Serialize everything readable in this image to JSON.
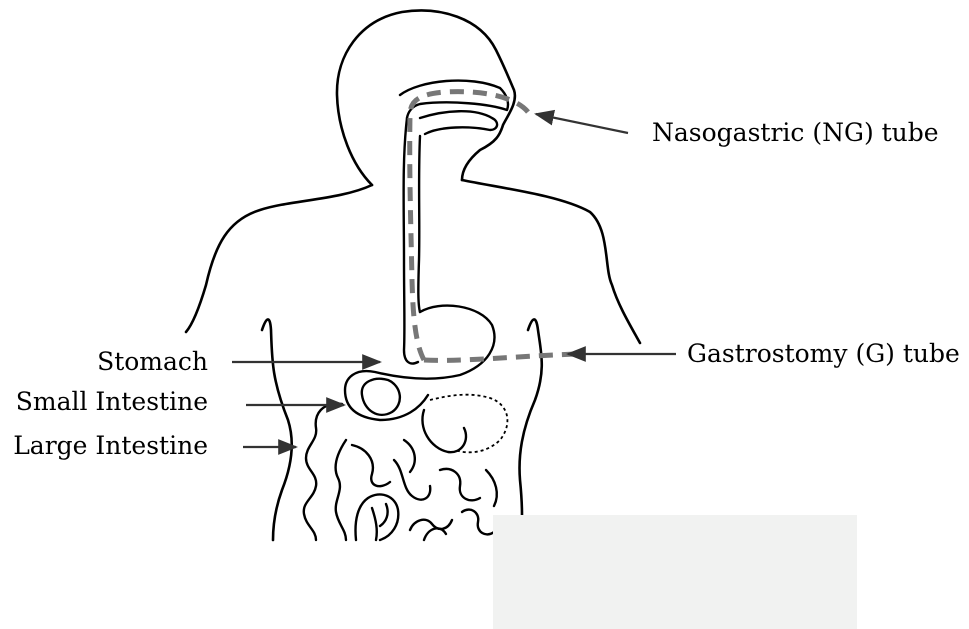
{
  "labels": {
    "ng_tube": "Nasogastric (NG) tube",
    "g_tube": "Gastrostomy (G) tube",
    "stomach": "Stomach",
    "small_intestine": "Small Intestine",
    "large_intestine": "Large Intestine"
  },
  "colors": {
    "tube": "#777777",
    "outline": "#000000",
    "arrow": "#333333",
    "overlay_box": "#f1f2f1"
  }
}
